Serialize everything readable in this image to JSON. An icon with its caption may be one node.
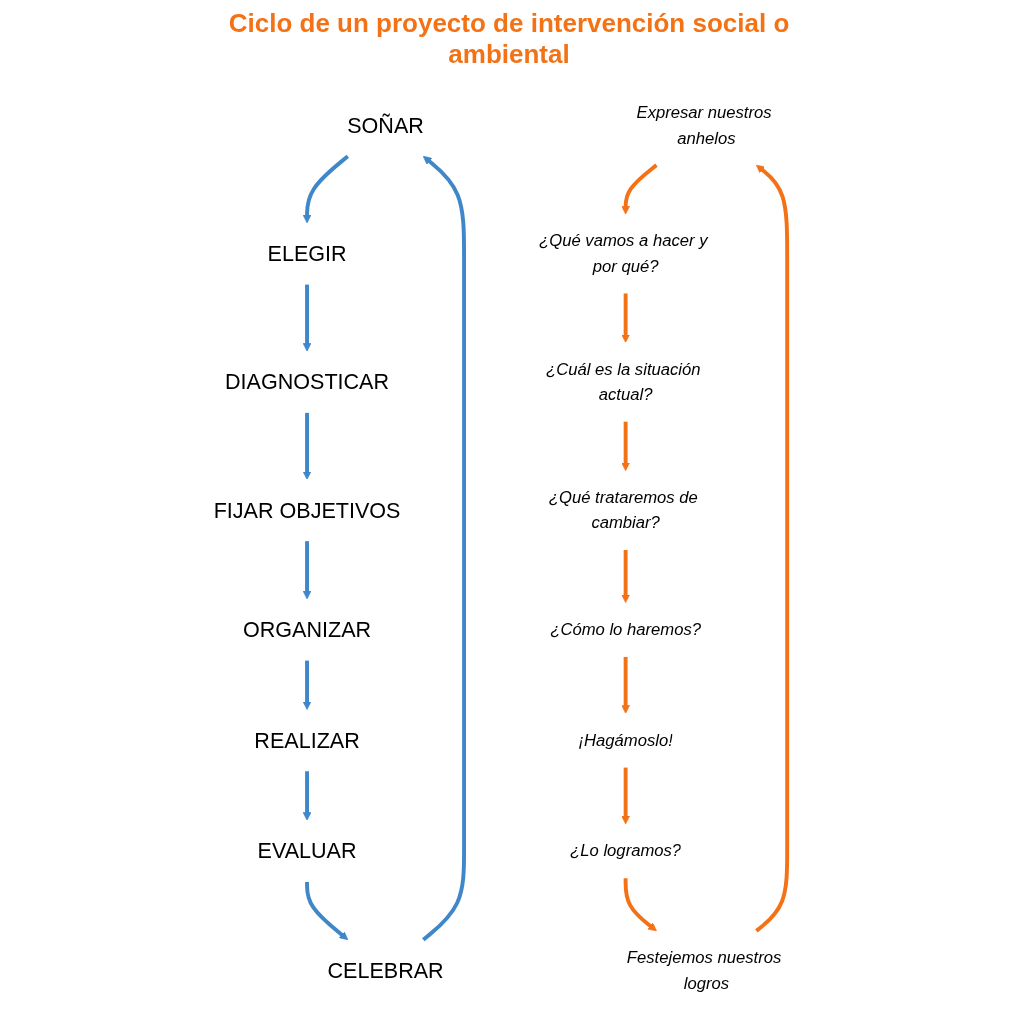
{
  "diagram": {
    "title": "Ciclo de un proyecto de intervención social o ambiental",
    "nodes": [
      {
        "text": [
          "SOÑAR"
        ]
      },
      {
        "text": [
          "ELEGIR"
        ]
      },
      {
        "text": [
          "DIAGNOSTICAR"
        ]
      },
      {
        "text": [
          "FIJAR OBJETIVOS"
        ]
      },
      {
        "text": [
          "ORGANIZAR"
        ]
      },
      {
        "text": [
          "REALIZAR"
        ]
      },
      {
        "text": [
          "EVALUAR"
        ]
      },
      {
        "text": [
          "CELEBRAR"
        ]
      },
      {
        "text": [
          "Expresar nuestros anhelos"
        ]
      },
      {
        "text": [
          "¿Qué vamos a hacer y por qué?"
        ]
      },
      {
        "text": [
          "¿Cuál es la situación actual?"
        ]
      },
      {
        "text": [
          "¿Qué trataremos de cambiar?"
        ]
      },
      {
        "text": [
          "¿Cómo lo haremos?"
        ]
      },
      {
        "text": [
          "¡Hagámoslo!"
        ]
      },
      {
        "text": [
          "¿Lo logramos?"
        ]
      },
      {
        "text": [
          "Festejemos nuestros logros"
        ]
      }
    ],
    "edges": [
      {
        "from": 0,
        "to": 1,
        "arrow": "to",
        "color": "#3f87c9"
      },
      {
        "from": 1,
        "to": 2,
        "arrow": "to",
        "color": "#3f87c9"
      },
      {
        "from": 2,
        "to": 3,
        "arrow": "to",
        "color": "#3f87c9"
      },
      {
        "from": 3,
        "to": 4,
        "arrow": "to",
        "color": "#3f87c9"
      },
      {
        "from": 4,
        "to": 5,
        "arrow": "to",
        "color": "#3f87c9"
      },
      {
        "from": 5,
        "to": 6,
        "arrow": "to",
        "color": "#3f87c9"
      },
      {
        "from": 6,
        "to": 7,
        "arrow": "to",
        "color": "#3f87c9"
      },
      {
        "from": 7,
        "to": 0,
        "arrow": "to",
        "color": "#3f87c9"
      },
      {
        "from": 8,
        "to": 9,
        "arrow": "to",
        "color": "#f47216"
      },
      {
        "from": 9,
        "to": 10,
        "arrow": "to",
        "color": "#f47216"
      },
      {
        "from": 10,
        "to": 11,
        "arrow": "to",
        "color": "#f47216"
      },
      {
        "from": 11,
        "to": 12,
        "arrow": "to",
        "color": "#f47216"
      },
      {
        "from": 12,
        "to": 13,
        "arrow": "to",
        "color": "#f47216"
      },
      {
        "from": 13,
        "to": 14,
        "arrow": "to",
        "color": "#f47216"
      },
      {
        "from": 14,
        "to": 15,
        "arrow": "to",
        "color": "#f47216"
      },
      {
        "from": 15,
        "to": 8,
        "arrow": "to",
        "color": "#f47216"
      }
    ]
  }
}
